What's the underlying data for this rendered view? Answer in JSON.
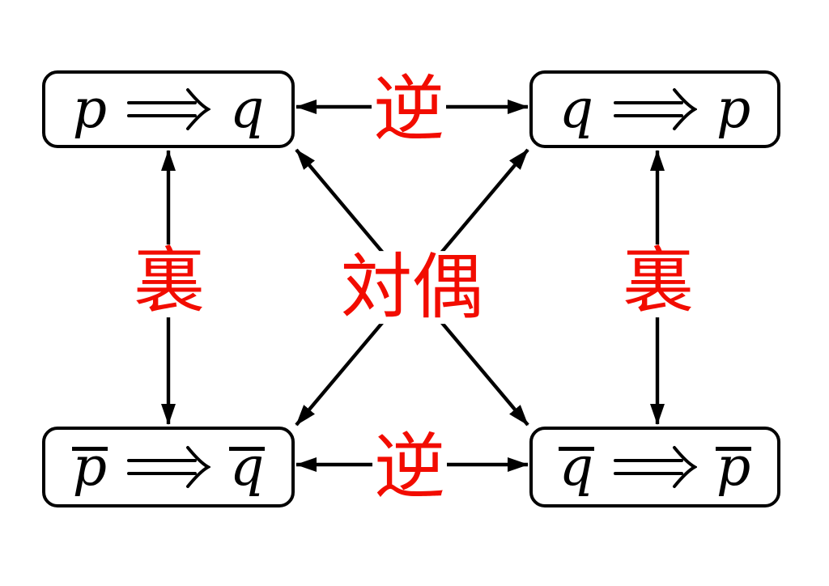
{
  "boxes": [
    {
      "position": "top-left",
      "lhs": "p",
      "lhs_bar": false,
      "rhs": "q",
      "rhs_bar": false
    },
    {
      "position": "top-right",
      "lhs": "q",
      "lhs_bar": false,
      "rhs": "p",
      "rhs_bar": false
    },
    {
      "position": "bottom-left",
      "lhs": "p",
      "lhs_bar": true,
      "rhs": "q",
      "rhs_bar": true
    },
    {
      "position": "bottom-right",
      "lhs": "q",
      "lhs_bar": true,
      "rhs": "p",
      "rhs_bar": true
    }
  ],
  "labels": {
    "top": "逆",
    "bottom": "逆",
    "left": "裏",
    "right": "裏",
    "center": "対偶"
  },
  "icons": {
    "implies_arrow": "long-double-right-arrow-icon",
    "connector": "double-headed-arrow-icon"
  },
  "colors": {
    "label_red": "#f20c00",
    "line_black": "#000000",
    "background": "#ffffff"
  }
}
